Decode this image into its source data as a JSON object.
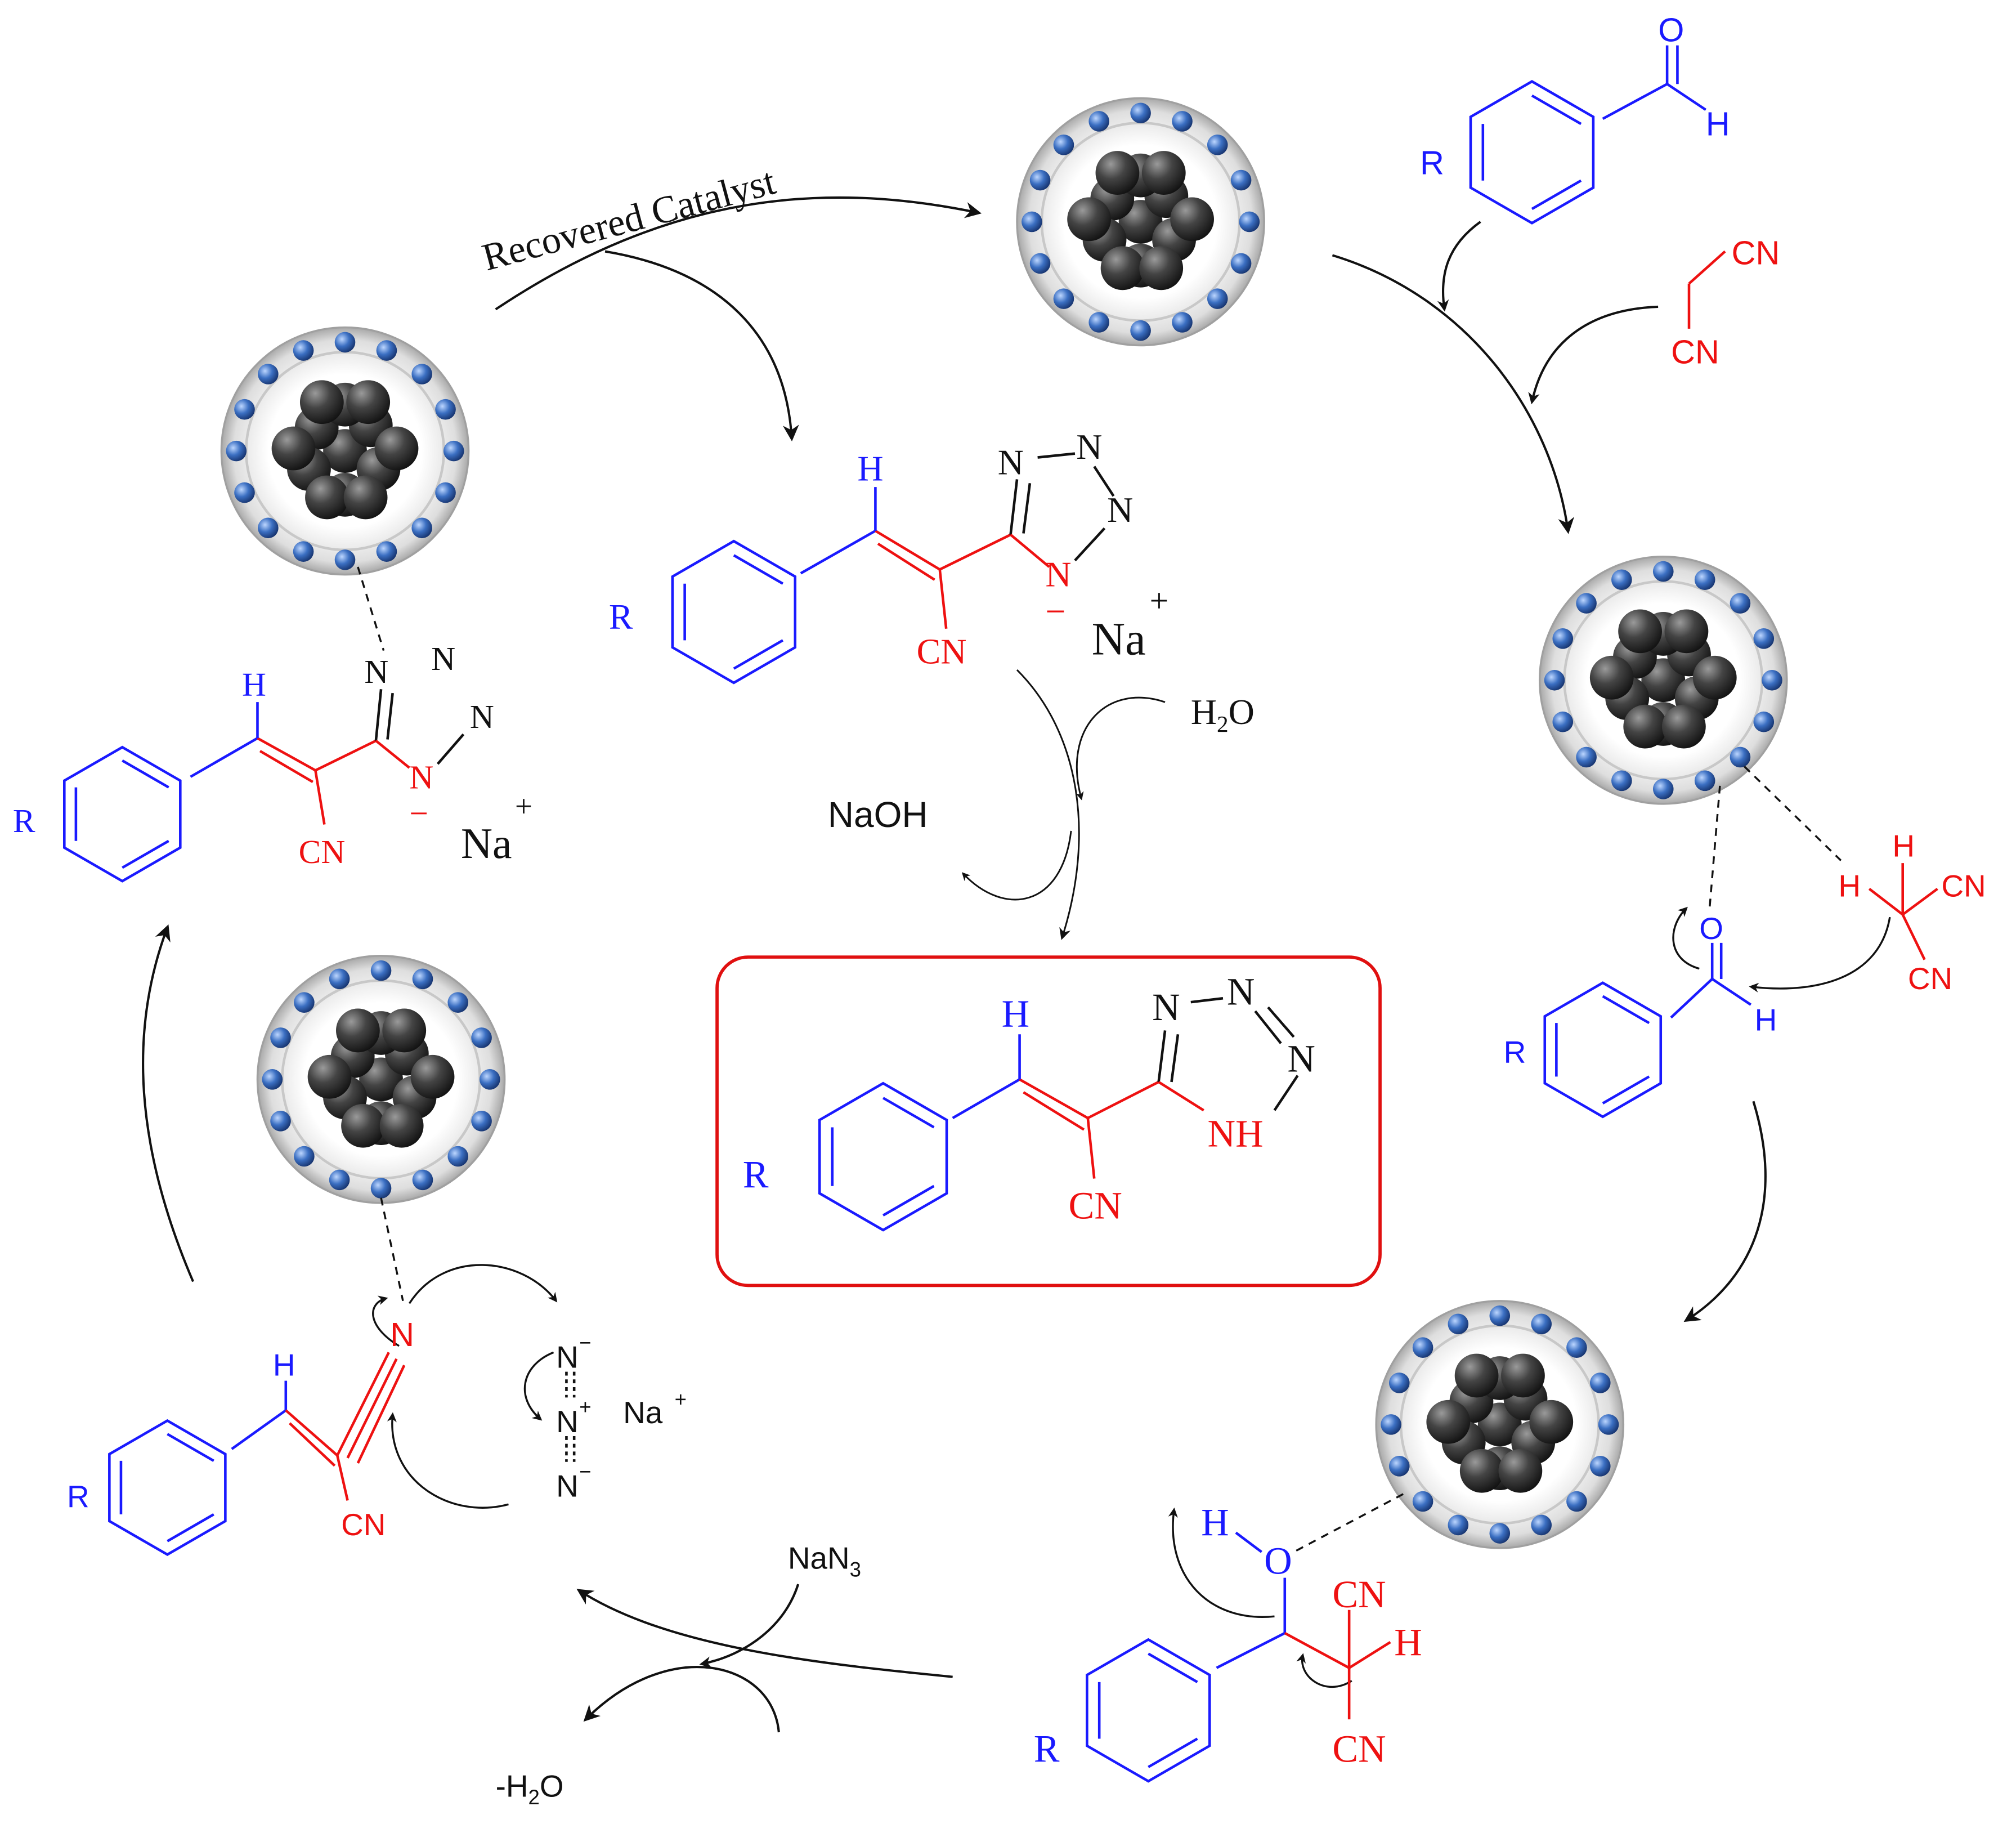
{
  "colors": {
    "blue": "#1a1aff",
    "red": "#ee1111",
    "black": "#111111",
    "frame": "#e01010",
    "core": "#3a3a3a",
    "shell": "#d9d9d9",
    "bead": "#3b6fc2"
  },
  "labels": {
    "recovered_catalyst": "Recovered Catalyst",
    "water": "H",
    "water_sub": "2",
    "water_tail": "O",
    "naoh": "NaOH",
    "nan3_main": "NaN",
    "nan3_sub": "3",
    "minus_water_pre": "-H",
    "minus_water_sub": "2",
    "minus_water_tail": "O"
  },
  "atoms": {
    "R": "R",
    "H": "H",
    "O": "O",
    "N": "N",
    "NH": "NH",
    "CN": "CN",
    "Na": "Na",
    "plus": "+",
    "minus": "−",
    "N_minus": "N",
    "N_plus": "N",
    "azide_Na": "Na"
  }
}
